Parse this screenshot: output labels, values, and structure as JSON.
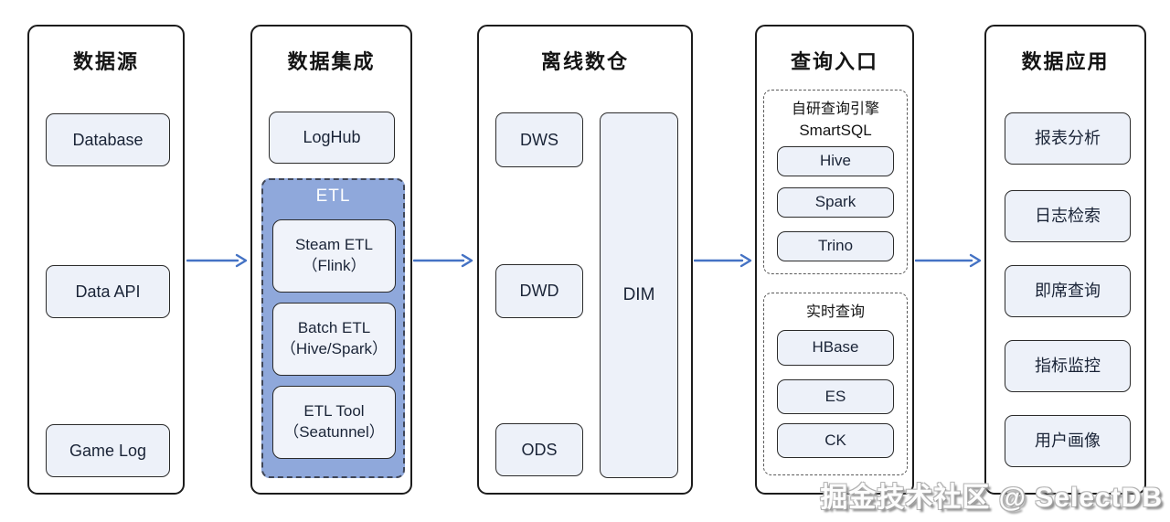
{
  "col1": {
    "title": "数据源",
    "boxes": [
      "Database",
      "Data API",
      "Game Log"
    ]
  },
  "col2": {
    "title": "数据集成",
    "loghub": "LogHub",
    "etl_label": "ETL",
    "etl_boxes": [
      {
        "line1": "Steam ETL",
        "line2": "（Flink）"
      },
      {
        "line1": "Batch ETL",
        "line2": "（Hive/Spark）"
      },
      {
        "line1": "ETL Tool",
        "line2": "（Seatunnel）"
      }
    ]
  },
  "col3": {
    "title": "离线数仓",
    "boxes": [
      "DWS",
      "DWD",
      "ODS"
    ],
    "dim": "DIM"
  },
  "col4": {
    "title": "查询入口",
    "group1": {
      "label_line1": "自研查询引擎",
      "label_line2": "SmartSQL",
      "boxes": [
        "Hive",
        "Spark",
        "Trino"
      ]
    },
    "group2": {
      "label": "实时查询",
      "boxes": [
        "HBase",
        "ES",
        "CK"
      ]
    }
  },
  "col5": {
    "title": "数据应用",
    "boxes": [
      "报表分析",
      "日志检索",
      "即席查询",
      "指标监控",
      "用户画像"
    ]
  },
  "watermark": "掘金技术社区 @ SelectDB",
  "colors": {
    "arrow": "#4472C4",
    "etl_group_fill": "#8FA8DB",
    "node_fill": "#EDF1F9",
    "column_border": "#1C1C1C"
  }
}
